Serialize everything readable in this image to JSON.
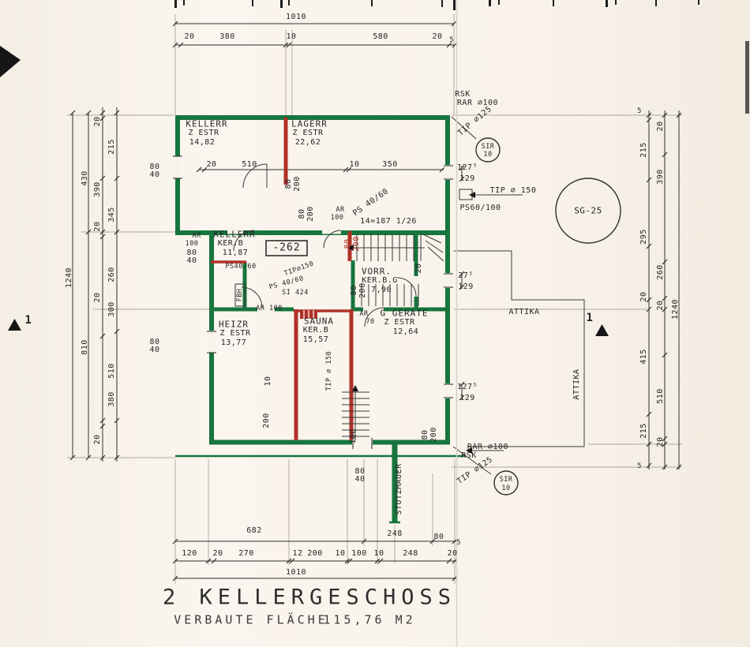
{
  "colors": {
    "wall_green": "#17753d",
    "wall_red": "#b03228",
    "ink": "#2a2a2a",
    "paper": "#f7f2ea"
  },
  "title": {
    "heading": "2 KELLERGESCHOSS",
    "sub_label": "VERBAUTE FLÄCHE",
    "sub_value": "115,76 M2"
  },
  "rooms": [
    {
      "name": "KELLERR",
      "finish": "Z ESTR",
      "area": "14,82"
    },
    {
      "name": "LAGERR",
      "finish": "Z ESTR",
      "area": "22,62"
    },
    {
      "name": "KELLERR",
      "finish": "KER.B",
      "area": "11,87"
    },
    {
      "name": "VORR.",
      "finish": "KER.B.G",
      "area": "7,90"
    },
    {
      "name": "HEIZR",
      "finish": "Z ESTR",
      "area": "13,77"
    },
    {
      "name": "SAUNA",
      "finish": "KER.B",
      "area": "15,57"
    },
    {
      "name": "G GERATE",
      "finish": "Z ESTR",
      "area": "12,64"
    }
  ],
  "level": "-262",
  "stair_note": "14=187 1/26",
  "ann": {
    "rsk": "RSK",
    "rar100": "RAR ∅100",
    "tip125": "TIP ∅125",
    "sir": "SIR",
    "sir_no": "10",
    "tip150": "TIP ∅ 150",
    "tip150_s": "TIP∅150",
    "ps": "PS",
    "ps_6010": "60/100",
    "ps_4060": "PS 40/60",
    "ps4060": "PS40/60",
    "si424": "SI 424",
    "sg25": "SG-25",
    "ar": "AR",
    "ar100": "AR 100",
    "n70": "70",
    "fbh": "FBH",
    "attika": "ATTIKA",
    "stutzmauer": "STUTZMAUER",
    "marker": "1",
    "win_w": "127⁵",
    "win_w2": "27⁵",
    "win_h": "129"
  },
  "dims": {
    "total": "1010",
    "top": [
      "20",
      "380",
      "10",
      "580",
      "20",
      "5"
    ],
    "left_outer": [
      "430",
      "1240",
      "810"
    ],
    "left": [
      "20",
      "215",
      "390",
      "345",
      "20",
      "260",
      "20",
      "300",
      "510",
      "380",
      "20"
    ],
    "right": [
      "5",
      "215",
      "390",
      "20",
      "295",
      "260",
      "20",
      "20",
      "1240",
      "415",
      "510",
      "215",
      "20",
      "5"
    ],
    "inner_top": [
      "20",
      "510",
      "10",
      "350"
    ],
    "bottom1": [
      "682",
      "248",
      "80"
    ],
    "bottom2": [
      "120",
      "20",
      "270",
      "12",
      "200",
      "10",
      "100",
      "10",
      "248",
      "20"
    ],
    "n80": "80",
    "n40": "40",
    "n200": "200",
    "n20": "20",
    "n10": "10",
    "n100": "100",
    "n5": "5"
  }
}
